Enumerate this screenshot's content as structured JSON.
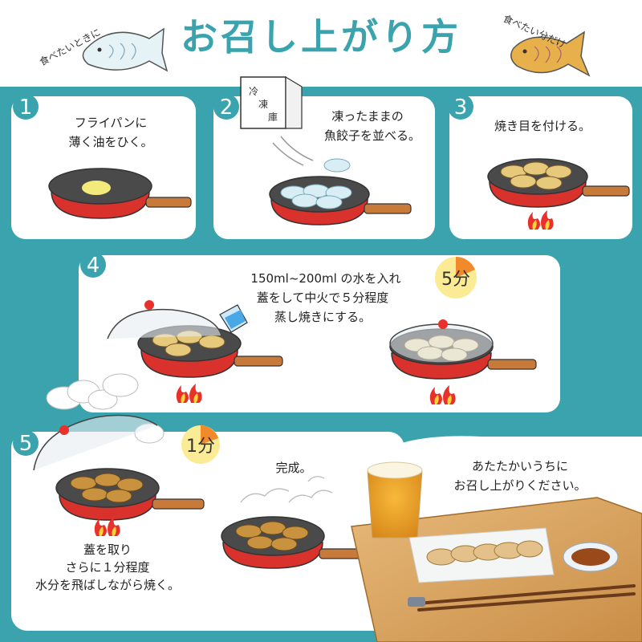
{
  "title": "お召し上がり方",
  "side_left": "食べたいときに",
  "side_right": "食べたい分だけ",
  "freezer_label": [
    "冷",
    "凍",
    "庫"
  ],
  "colors": {
    "teal": "#3aa3ad",
    "title": "#3aa3ad",
    "pan_red": "#d9312b",
    "handle": "#c87a3a",
    "dumpling": "#e6c97a",
    "dumpling_frozen": "#d9eef4",
    "flame_red": "#e8312a",
    "flame_yellow": "#f8d23a",
    "timer_orange": "#f08a2a",
    "timer_yellow": "#fbeb95"
  },
  "steps": [
    {
      "number": "1",
      "lines": [
        "フライパンに",
        "薄く油をひく。"
      ]
    },
    {
      "number": "2",
      "lines": [
        "凍ったままの",
        "魚餃子を並べる。"
      ]
    },
    {
      "number": "3",
      "lines": [
        "焼き目を付ける。"
      ]
    },
    {
      "number": "4",
      "lines": [
        "150ml~200ml の水を入れ",
        "蓋をして中火で５分程度",
        "蒸し焼きにする。"
      ],
      "timer": "5分"
    },
    {
      "number": "5",
      "lines": [
        "蓋を取り",
        "さらに１分程度",
        "水分を飛ばしながら焼く。"
      ],
      "timer": "1分"
    }
  ],
  "complete": "完成。",
  "serve": [
    "あたたかいうちに",
    "お召し上がりください。"
  ]
}
